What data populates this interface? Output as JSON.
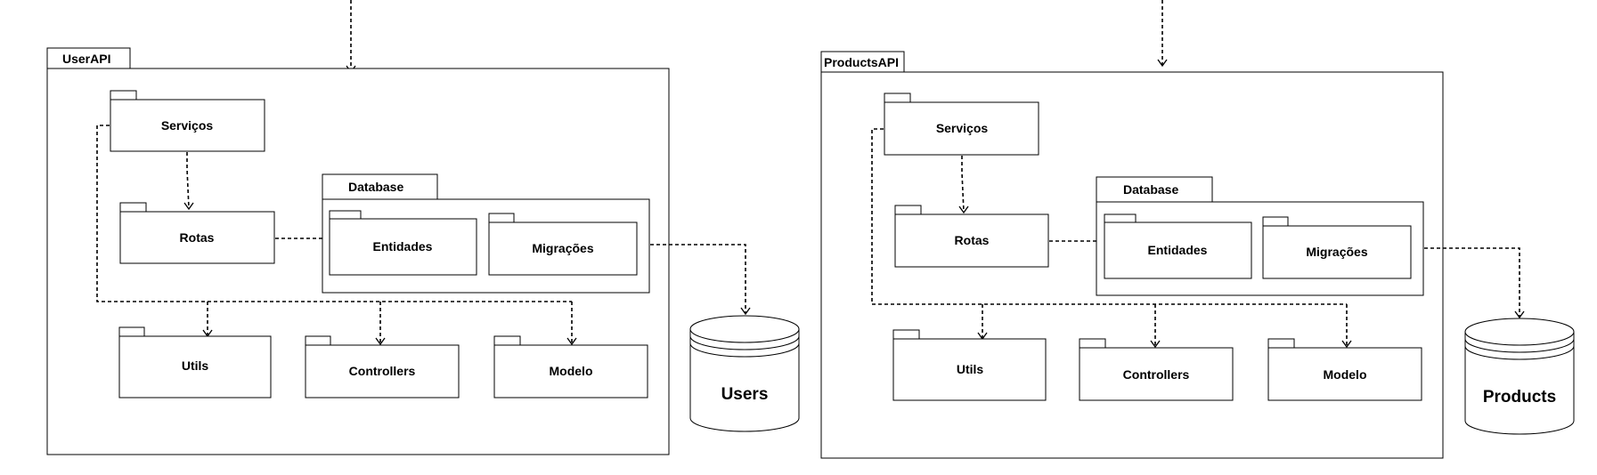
{
  "diagrams": [
    {
      "package": "UserAPI",
      "servicos": "Serviços",
      "rotas": "Rotas",
      "database": "Database",
      "entidades": "Entidades",
      "migracoes": "Migrações",
      "utils": "Utils",
      "controllers": "Controllers",
      "modelo": "Modelo",
      "datastore": "Users"
    },
    {
      "package": "ProductsAPI",
      "servicos": "Serviços",
      "rotas": "Rotas",
      "database": "Database",
      "entidades": "Entidades",
      "migracoes": "Migrações",
      "utils": "Utils",
      "controllers": "Controllers",
      "modelo": "Modelo",
      "datastore": "Products"
    }
  ]
}
